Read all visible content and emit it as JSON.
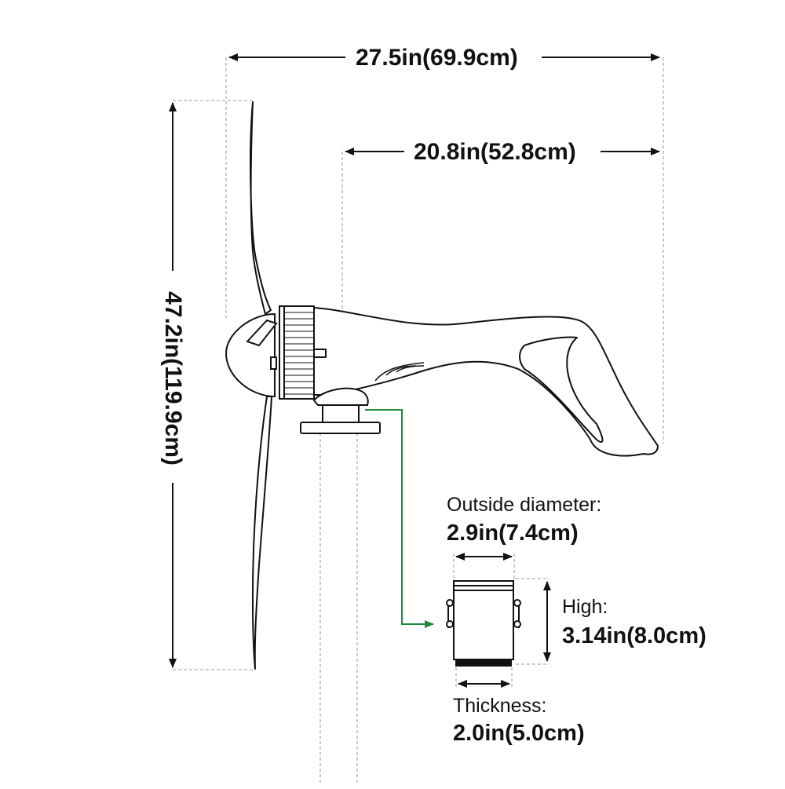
{
  "dimensions": {
    "overall_width": "27.5in(69.9cm)",
    "body_length": "20.8in(52.8cm)",
    "blade_height": "47.2in(119.9cm)"
  },
  "mount": {
    "outside_diameter_label": "Outside diameter:",
    "outside_diameter_value": "2.9in(7.4cm)",
    "high_label": "High:",
    "high_value": "3.14in(8.0cm)",
    "thickness_label": "Thickness:",
    "thickness_value": "2.0in(5.0cm)"
  },
  "colors": {
    "line": "#111111",
    "guide": "#9a9a9a",
    "callout": "#1a8a3a"
  }
}
